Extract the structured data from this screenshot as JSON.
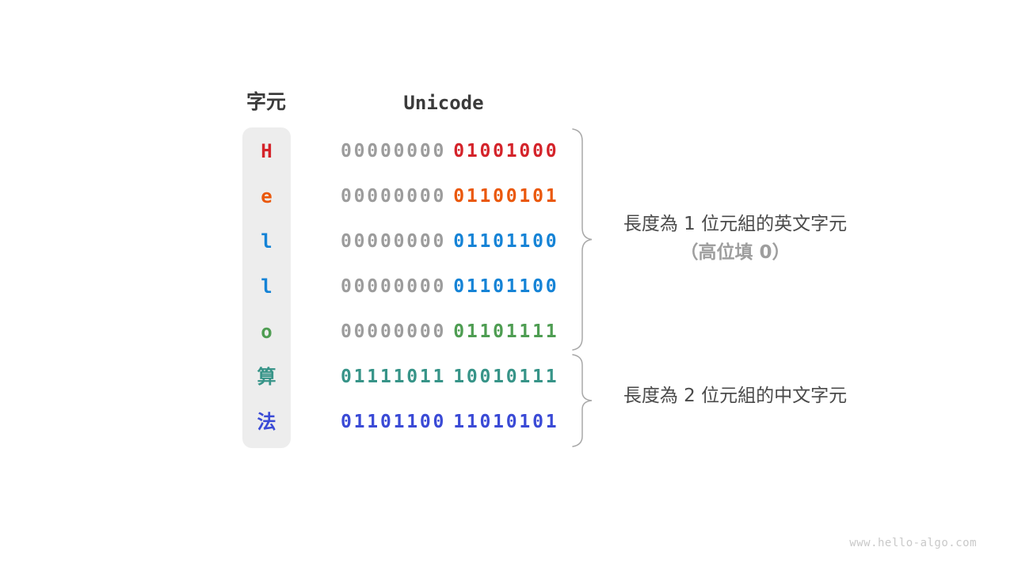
{
  "header": {
    "character_column": "字元",
    "unicode_column": "Unicode"
  },
  "table": {
    "rows": [
      {
        "char": "H",
        "byte1": "00000000",
        "byte2": "01001000",
        "char_color": "#d4232a",
        "byte1_color": "#9c9c9c",
        "byte2_color": "#d4232a"
      },
      {
        "char": "e",
        "byte1": "00000000",
        "byte2": "01100101",
        "char_color": "#ea580c",
        "byte1_color": "#9c9c9c",
        "byte2_color": "#ea580c"
      },
      {
        "char": "l",
        "byte1": "00000000",
        "byte2": "01101100",
        "char_color": "#1583d6",
        "byte1_color": "#9c9c9c",
        "byte2_color": "#1583d6"
      },
      {
        "char": "l",
        "byte1": "00000000",
        "byte2": "01101100",
        "char_color": "#1583d6",
        "byte1_color": "#9c9c9c",
        "byte2_color": "#1583d6"
      },
      {
        "char": "o",
        "byte1": "00000000",
        "byte2": "01101111",
        "char_color": "#4e9d52",
        "byte1_color": "#9c9c9c",
        "byte2_color": "#4e9d52"
      },
      {
        "char": "算",
        "byte1": "01111011",
        "byte2": "10010111",
        "char_color": "#379488",
        "byte1_color": "#379488",
        "byte2_color": "#379488"
      },
      {
        "char": "法",
        "byte1": "01101100",
        "byte2": "11010101",
        "char_color": "#3a4ad6",
        "byte1_color": "#3a4ad6",
        "byte2_color": "#3a4ad6"
      }
    ]
  },
  "annotations": {
    "english": {
      "line1": "長度為 1 位元組的英文字元",
      "line2": "（高位填 0）"
    },
    "chinese": {
      "line1": "長度為 2 位元組的中文字元"
    }
  },
  "watermark": "www.hello-algo.com",
  "colors": {
    "background": "#ffffff",
    "pill": "#ededed",
    "heading": "#3b3b3b",
    "zero_padding": "#9c9c9c",
    "annotation": "#4a4a4a",
    "annotation_muted": "#9e9e9e",
    "brace": "#a8a8a8",
    "watermark": "#c9c9c9"
  }
}
